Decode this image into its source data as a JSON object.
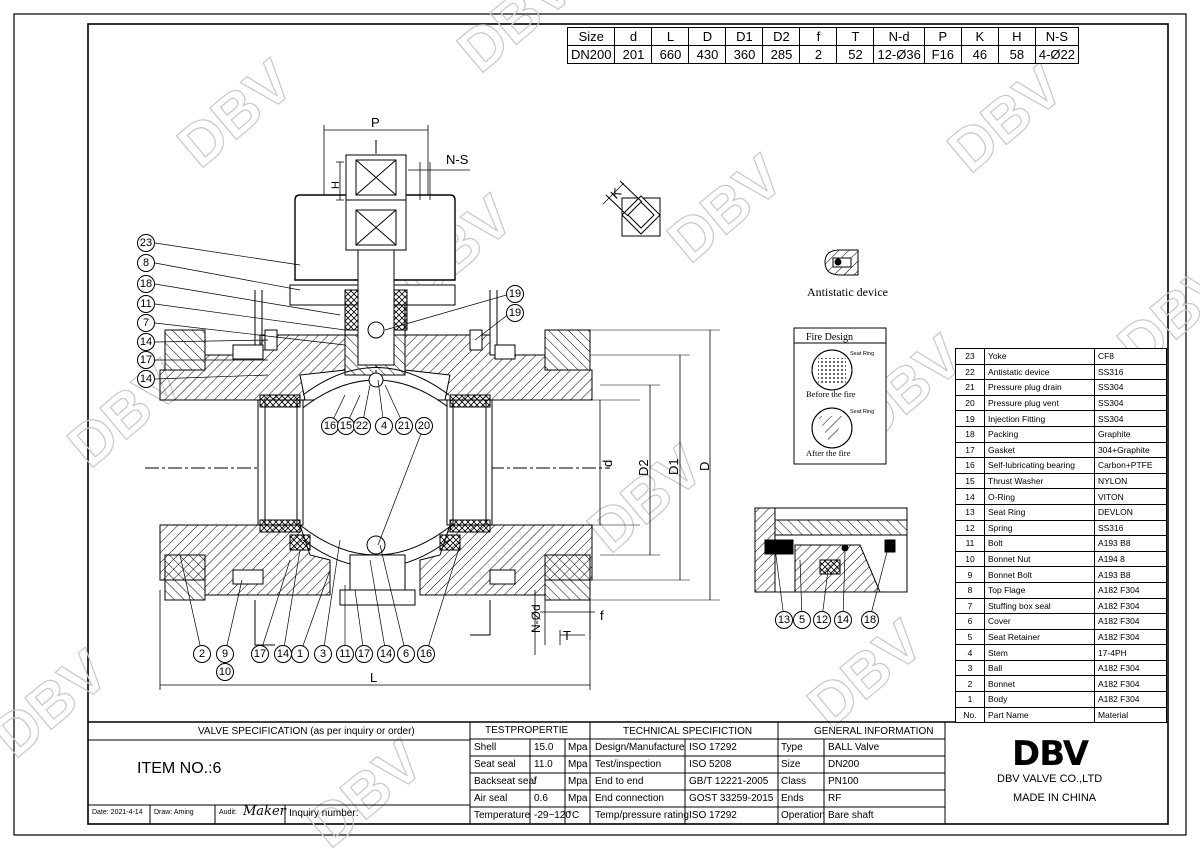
{
  "watermark": "DBV",
  "dimensions": {
    "headers": [
      "Size",
      "d",
      "L",
      "D",
      "D1",
      "D2",
      "f",
      "T",
      "N-d",
      "P",
      "K",
      "H",
      "N-S"
    ],
    "values": [
      "DN200",
      "201",
      "660",
      "430",
      "360",
      "285",
      "2",
      "52",
      "12-Ø36",
      "F16",
      "46",
      "58",
      "4-Ø22"
    ]
  },
  "drawing_labels": {
    "P": "P",
    "H": "H",
    "NS": "N-S",
    "K": "K",
    "d": "d",
    "D2": "D2",
    "D1": "D1",
    "D": "D",
    "Nd": "N-Ød",
    "f": "f",
    "T": "T",
    "L": "L"
  },
  "callouts_left": [
    "23",
    "8",
    "18",
    "11",
    "7",
    "14",
    "17",
    "14"
  ],
  "callouts_right": [
    "19",
    "19"
  ],
  "callouts_center": [
    "16",
    "15",
    "22",
    "4",
    "21",
    "20"
  ],
  "callouts_bottom": [
    "2",
    "9",
    "10",
    "17",
    "14",
    "3",
    "1",
    "11",
    "17",
    "14",
    "6",
    "16"
  ],
  "callouts_detail": [
    "13",
    "5",
    "12",
    "14",
    "18"
  ],
  "antistatic": {
    "label": "Antistatic device"
  },
  "fire_design": {
    "title": "Fire Design",
    "seat_ring": "Seat Ring",
    "before": "Before the fire",
    "after": "After the fire"
  },
  "parts": [
    {
      "no": "23",
      "name": "Yoke",
      "material": "CF8"
    },
    {
      "no": "22",
      "name": "Antistatic device",
      "material": "SS316"
    },
    {
      "no": "21",
      "name": "Pressure plug drain",
      "material": "SS304"
    },
    {
      "no": "20",
      "name": "Pressure plug vent",
      "material": "SS304"
    },
    {
      "no": "19",
      "name": "Injection Fitting",
      "material": "SS304"
    },
    {
      "no": "18",
      "name": "Packing",
      "material": "Graphite"
    },
    {
      "no": "17",
      "name": "Gasket",
      "material": "304+Graphite"
    },
    {
      "no": "16",
      "name": "Self-lubricating bearing",
      "material": "Carbon+PTFE"
    },
    {
      "no": "15",
      "name": "Thrust Washer",
      "material": "NYLON"
    },
    {
      "no": "14",
      "name": "O-Ring",
      "material": "VITON"
    },
    {
      "no": "13",
      "name": "Seat Ring",
      "material": "DEVLON"
    },
    {
      "no": "12",
      "name": "Spring",
      "material": "SS316"
    },
    {
      "no": "11",
      "name": "Bolt",
      "material": "A193 B8"
    },
    {
      "no": "10",
      "name": "Bonnet Nut",
      "material": "A194 8"
    },
    {
      "no": "9",
      "name": "Bonnet Bolt",
      "material": "A193 B8"
    },
    {
      "no": "8",
      "name": "Top Flage",
      "material": "A182 F304"
    },
    {
      "no": "7",
      "name": "Stuffing box seal",
      "material": "A182 F304"
    },
    {
      "no": "6",
      "name": "Cover",
      "material": "A182 F304"
    },
    {
      "no": "5",
      "name": "Seat Retainer",
      "material": "A182 F304"
    },
    {
      "no": "4",
      "name": "Stem",
      "material": "17-4PH"
    },
    {
      "no": "3",
      "name": "Ball",
      "material": "A182 F304"
    },
    {
      "no": "2",
      "name": "Bonnet",
      "material": "A182 F304"
    },
    {
      "no": "1",
      "name": "Body",
      "material": "A182 F304"
    }
  ],
  "parts_header": {
    "no": "No.",
    "name": "Part Name",
    "material": "Material"
  },
  "titleblock": {
    "spec_title": "VALVE SPECIFICATION (as per inquiry or order)",
    "item": "ITEM NO.:6",
    "date": "Date: 2021-4-14",
    "draw": "Draw: Aming",
    "audit": "Audit:",
    "audit_sign": "Maker",
    "inquiry": "Inquiry number:",
    "test_title": "TESTPROPERTIE",
    "tests": [
      {
        "name": "Shell",
        "value": "15.0",
        "unit": "Mpa"
      },
      {
        "name": "Seat seal",
        "value": "11.0",
        "unit": "Mpa"
      },
      {
        "name": "Backseat seal",
        "value": "/",
        "unit": "Mpa"
      },
      {
        "name": "Air seal",
        "value": "0.6",
        "unit": "Mpa"
      },
      {
        "name": "Temperature",
        "value": "-29~120",
        "unit": "°C"
      }
    ],
    "tech_title": "TECHNICAL SPECIFICTION",
    "tech": [
      {
        "name": "Design/Manufacture",
        "value": "ISO 17292"
      },
      {
        "name": "Test/inspection",
        "value": "ISO 5208"
      },
      {
        "name": "End to end",
        "value": "GB/T 12221-2005"
      },
      {
        "name": "End connection",
        "value": "GOST 33259-2015"
      },
      {
        "name": "Temp/pressure rating",
        "value": "ISO 17292"
      }
    ],
    "gen_title": "GENERAL INFORMATION",
    "gen": [
      {
        "name": "Type",
        "value": "BALL Valve"
      },
      {
        "name": "Size",
        "value": "DN200"
      },
      {
        "name": "Class",
        "value": "PN100"
      },
      {
        "name": "Ends",
        "value": "RF"
      },
      {
        "name": "Operation",
        "value": "Bare shaft"
      }
    ],
    "logo": "DBV",
    "company": "DBV VALVE  CO.,LTD",
    "made": "MADE IN CHINA"
  }
}
